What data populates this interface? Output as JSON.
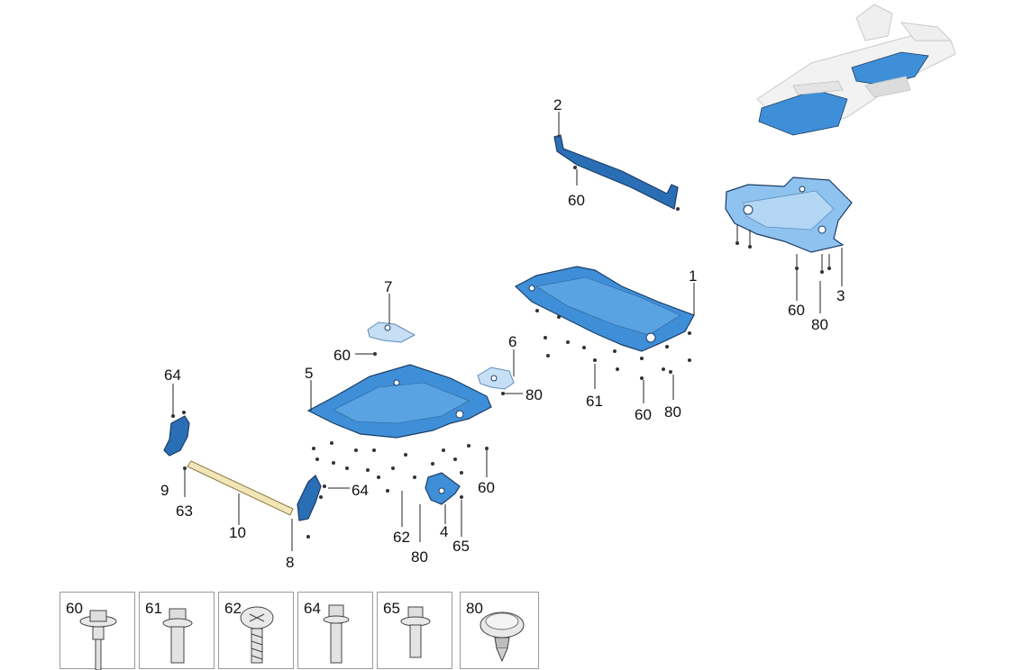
{
  "callouts": {
    "c1": "1",
    "c2": "2",
    "c3": "3",
    "c4": "4",
    "c5": "5",
    "c6": "6",
    "c7": "7",
    "c8": "8",
    "c9": "9",
    "c10": "10",
    "c60_rail": "60",
    "c60_p3": "60",
    "c60_p7": "60",
    "c60_p1": "60",
    "c60_p5": "60",
    "c61": "61",
    "c62": "62",
    "c63": "63",
    "c64_top": "64",
    "c64_mid": "64",
    "c65": "65",
    "c80_p3": "80",
    "c80_p6": "80",
    "c80_p1": "80",
    "c80_bottom": "80"
  },
  "fastener_details": [
    {
      "label": "60",
      "icon": "flange-bolt-stepped-icon"
    },
    {
      "label": "61",
      "icon": "hex-flange-bolt-icon"
    },
    {
      "label": "62",
      "icon": "tapping-screw-icon"
    },
    {
      "label": "64",
      "icon": "hex-bolt-long-icon"
    },
    {
      "label": "65",
      "icon": "hex-flange-bolt-short-icon"
    },
    {
      "label": "80",
      "icon": "push-clip-icon"
    }
  ],
  "colors": {
    "panel": "#3f8fd8",
    "panel_dark": "#2a6fb5",
    "outline": "#1b3d66",
    "sealer_strip": "#f2e6b8"
  }
}
